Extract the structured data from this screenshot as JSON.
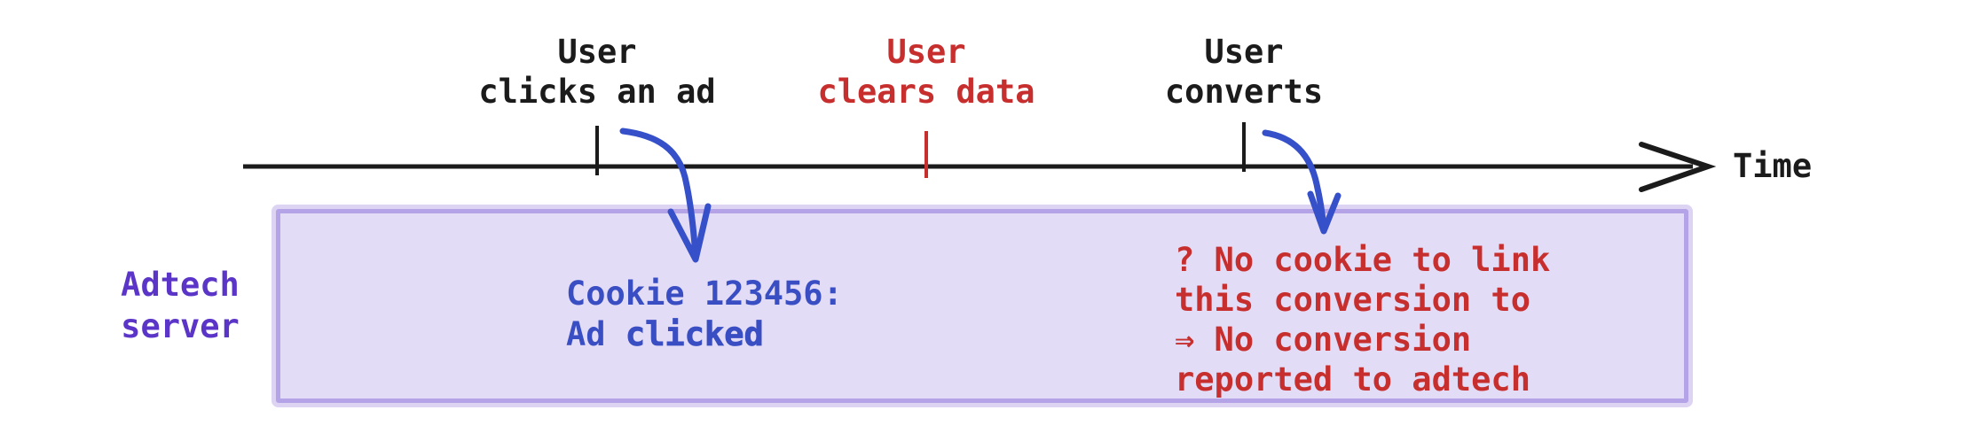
{
  "colors": {
    "axis_black": "#1b1b1b",
    "event_red": "#c72f2e",
    "arrow_blue": "#3550c8",
    "note_blue": "#3a4ec4",
    "server_purple": "#5b35c8",
    "box_fill": "#e3dcf6",
    "box_border": "#b5a3e8"
  },
  "timeline": {
    "time_label": "Time",
    "events": [
      {
        "line1": "User",
        "line2": "clicks an ad",
        "color": "black"
      },
      {
        "line1": "User",
        "line2": "clears data",
        "color": "red"
      },
      {
        "line1": "User",
        "line2": "converts",
        "color": "black"
      }
    ]
  },
  "adtech": {
    "label_line1": "Adtech",
    "label_line2": "server",
    "cookie_line1": "Cookie 123456:",
    "cookie_line2_normal": "Ad ",
    "cookie_line2_emph": "clicked",
    "no_cookie_lines": [
      "? No cookie to link",
      "this conversion to",
      "⇒ No conversion",
      "reported to adtech"
    ]
  }
}
